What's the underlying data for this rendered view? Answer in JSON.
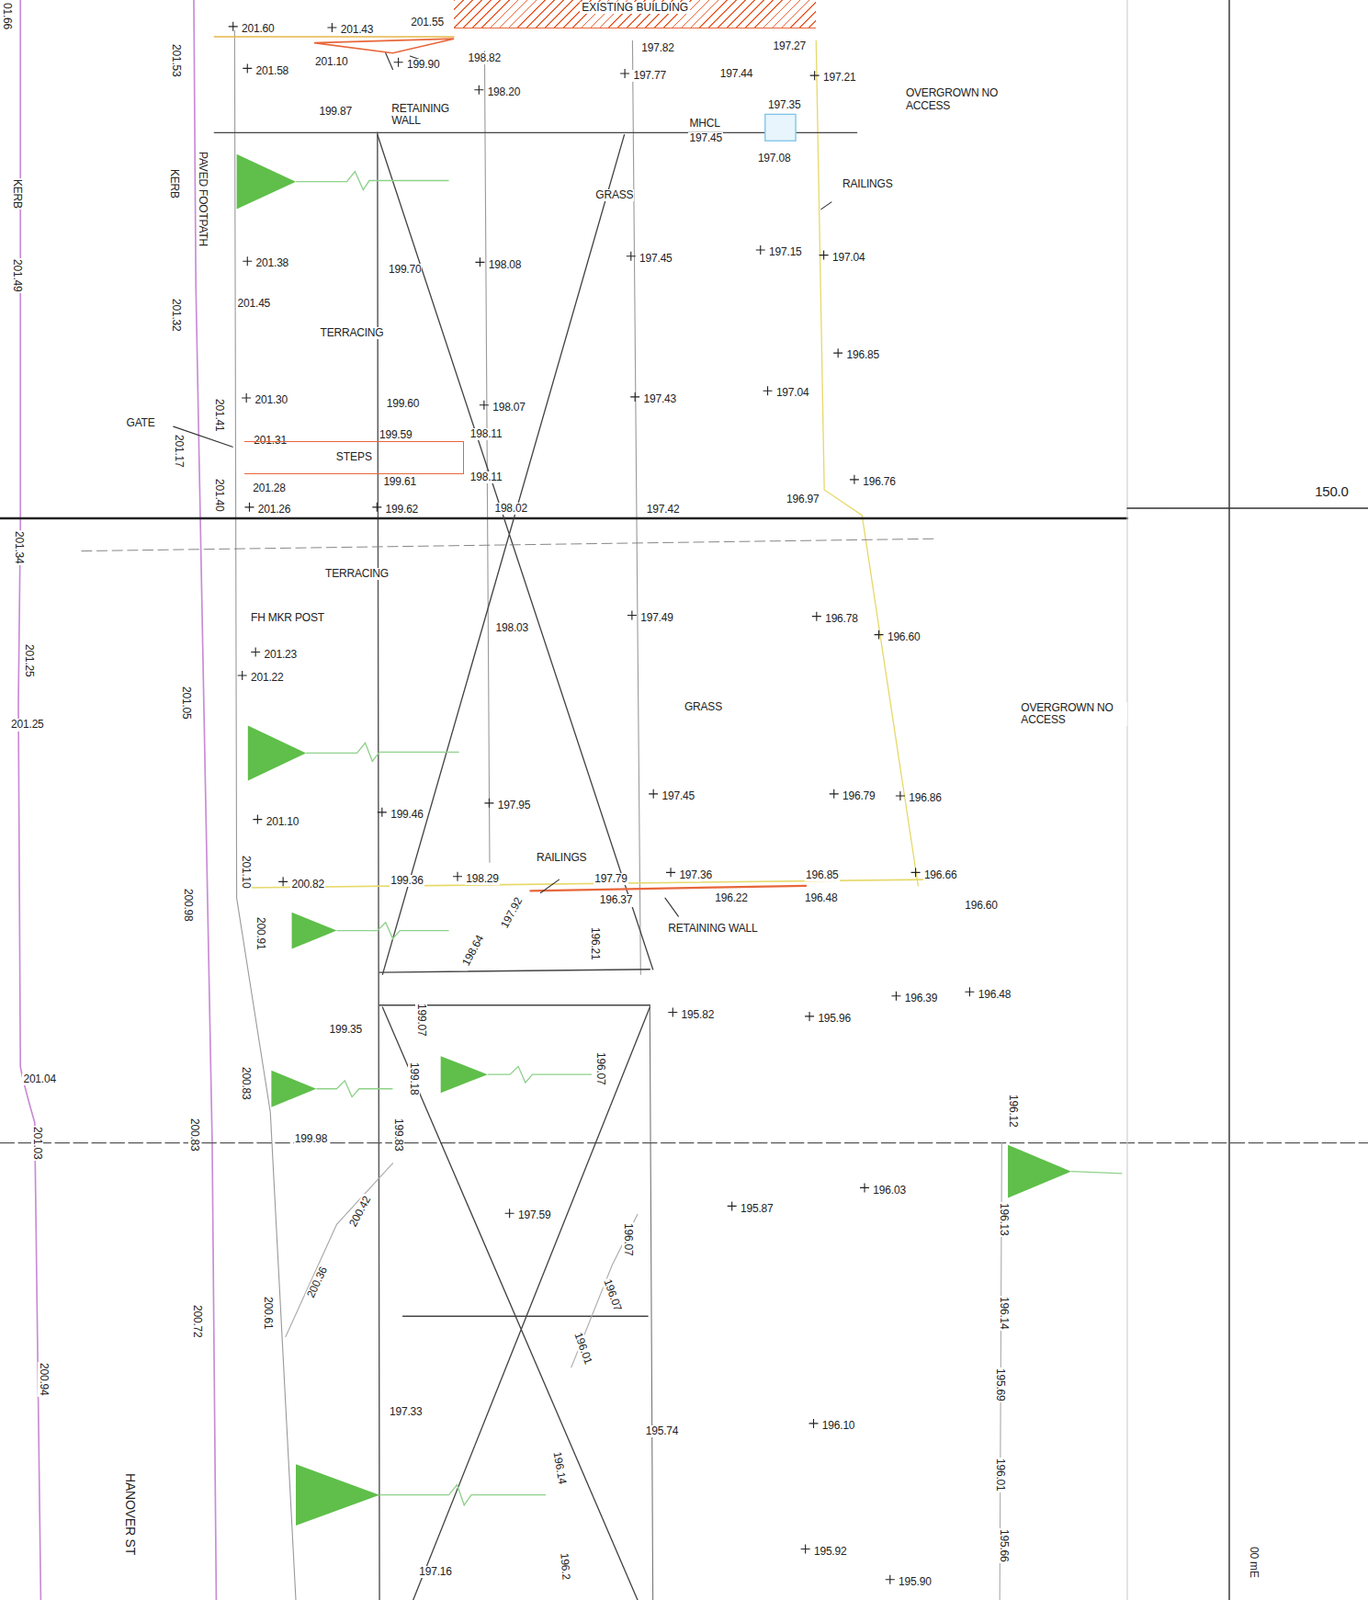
{
  "diagram": {
    "nodes": [
      {
        "text": [
          "EXISTING BUILDING"
        ]
      },
      {
        "text": [
          "STEPS"
        ]
      }
    ],
    "labels": [
      "01.66",
      "201.60",
      "201.43",
      "201.55",
      "201.53",
      "201.10",
      "199.90",
      "198.82",
      "197.82",
      "197.27",
      "201.58",
      "197.77",
      "197.44",
      "197.21",
      "OVERGROWN NO ACCESS",
      "199.87",
      "RETAINING WALL",
      "198.20",
      "197.35",
      "MHCL",
      "197.45",
      "197.08",
      "KERB",
      "KERB",
      "PAVED FOOTPATH",
      "GRASS",
      "RAILINGS",
      "201.49",
      "201.38",
      "199.70",
      "198.08",
      "197.45",
      "197.15",
      "197.04",
      "201.32",
      "201.45",
      "TERRACING",
      "196.85",
      "201.30",
      "199.60",
      "198.07",
      "197.43",
      "197.04",
      "201.41",
      "GATE",
      "201.31",
      "199.59",
      "198.11",
      "201.17",
      "201.28",
      "199.61",
      "198.11",
      "196.97",
      "196.76",
      "201.40",
      "201.26",
      "199.62",
      "198.02",
      "197.42",
      "150.0",
      "201.34",
      "TERRACING",
      "FH MKR POST",
      "198.03",
      "197.49",
      "196.78",
      "196.60",
      "201.23",
      "201.22",
      "201.25",
      "201.25",
      "201.05",
      "GRASS",
      "OVERGROWN NO ACCESS",
      "199.46",
      "197.95",
      "197.45",
      "196.79",
      "196.86",
      "201.10",
      "201.10",
      "200.82",
      "199.36",
      "198.29",
      "RAILINGS",
      "197.79",
      "196.37",
      "197.36",
      "196.22",
      "196.85",
      "196.48",
      "196.66",
      "196.60",
      "RETAINING WALL",
      "200.98",
      "200.91",
      "198.64",
      "197.92",
      "196.21",
      "195.82",
      "195.96",
      "196.39",
      "196.48",
      "199.35",
      "199.07",
      "201.04",
      "200.83",
      "199.18",
      "196.07",
      "196.12",
      "201.03",
      "200.83",
      "199.98",
      "199.83",
      "200.42",
      "197.59",
      "195.87",
      "196.03",
      "196.07",
      "196.13",
      "200.36",
      "196.07",
      "200.72",
      "200.61",
      "196.14",
      "196.01",
      "200.94",
      "197.33",
      "195.74",
      "196.10",
      "195.69",
      "196.14",
      "196.01",
      "HANOVER ST",
      "197.16",
      "196.2",
      "195.92",
      "195.90",
      "195.66",
      "00 mE"
    ]
  }
}
